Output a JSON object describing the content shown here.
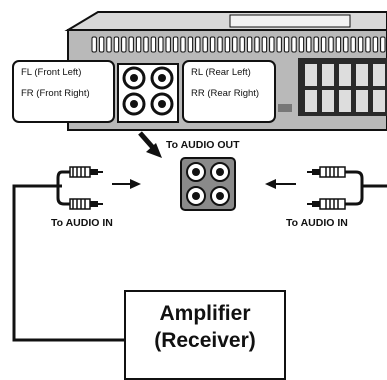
{
  "labels": {
    "front_left": "FL (Front Left)",
    "front_right": "FR (Front Right)",
    "rear_left": "RL (Rear Left)",
    "rear_right": "RR (Rear Right)",
    "to_audio_out": "To AUDIO OUT",
    "to_audio_in_left": "To AUDIO IN",
    "to_audio_in_right": "To AUDIO IN",
    "amplifier_line1": "Amplifier",
    "amplifier_line2": "(Receiver)"
  }
}
